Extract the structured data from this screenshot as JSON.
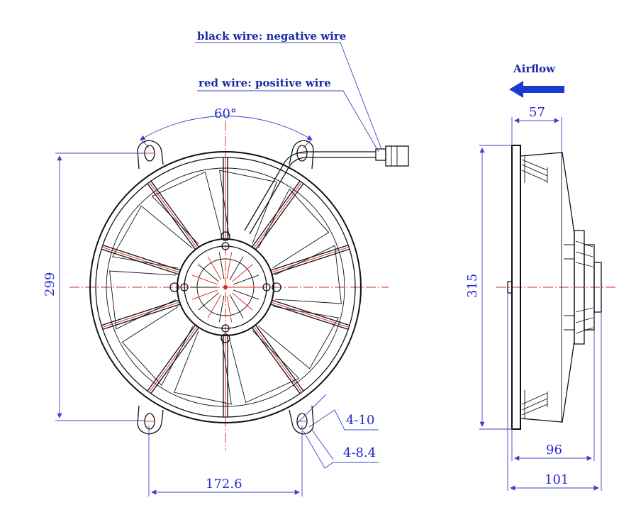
{
  "labels": {
    "black_wire": "black wire: negative wire",
    "red_wire": "red wire: positive wire",
    "airflow": "Airflow"
  },
  "dimensions": {
    "angle": "60°",
    "height_front": "299",
    "slot": "4-10",
    "hole": "4-8.4",
    "mount_span": "172.6",
    "depth_top": "57",
    "height_side": "315",
    "depth_mid": "96",
    "depth_total": "101"
  },
  "colors": {
    "text": "#1a2aa8",
    "centerline": "#e02020",
    "arrow": "#1a3ad0"
  }
}
